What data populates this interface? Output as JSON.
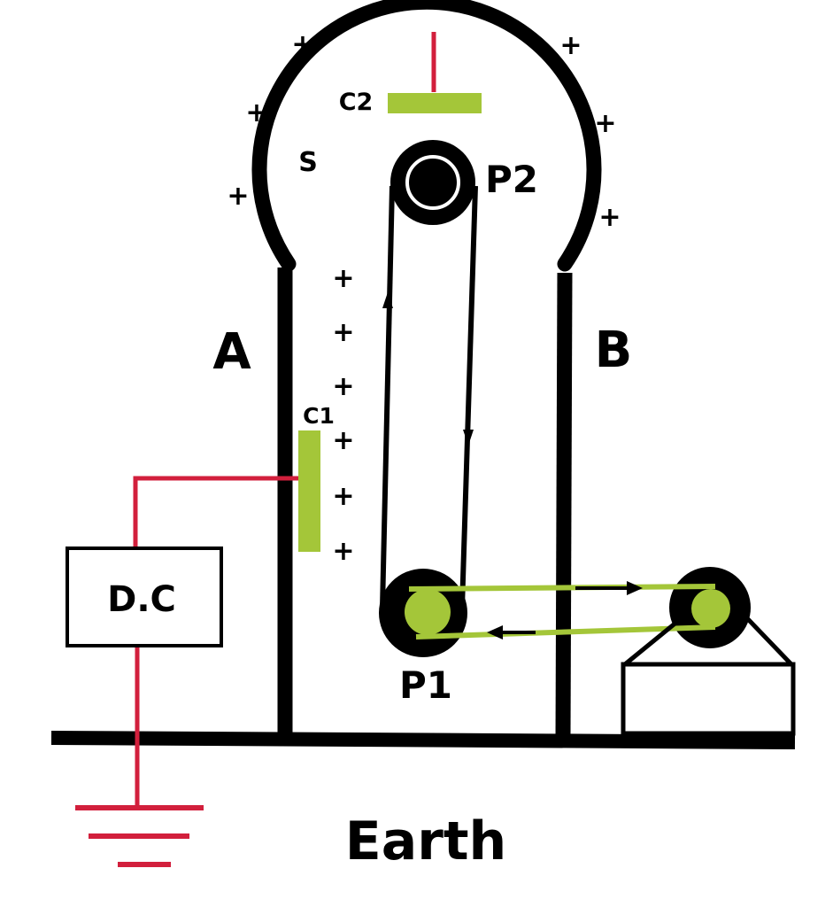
{
  "labels": {
    "sphere": "S",
    "column_left": "A",
    "column_right": "B",
    "comb_bottom": "C1",
    "comb_top": "C2",
    "pulley_top": "P2",
    "pulley_bottom": "P1",
    "power_supply": "D.C",
    "earth": "Earth"
  },
  "charge_symbol": "+",
  "colors": {
    "structure": "#000000",
    "wire": "#d21f3c",
    "comb": "#a4c639",
    "background": "#ffffff"
  }
}
